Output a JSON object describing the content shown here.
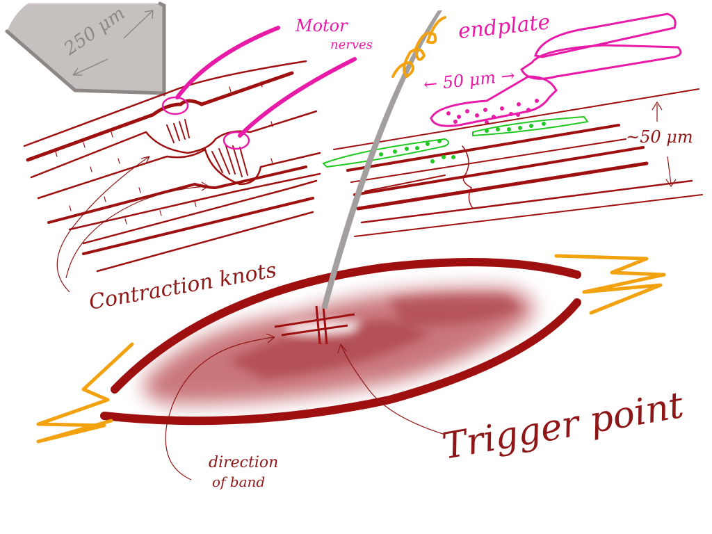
{
  "diagram": {
    "labels": {
      "scale_250": "250 μm",
      "motor_nerves_1": "Motor",
      "motor_nerves_2": "nerves",
      "endplate": "endplate",
      "scale_50_horizontal": "← 50 μm →",
      "scale_50_vertical": "~50 μm",
      "contraction_knots": "Contraction knots",
      "trigger_point": "Trigger point",
      "direction_of_band_1": "direction",
      "direction_of_band_2": "of band"
    },
    "colors": {
      "muscle": "#9e1010",
      "muscle_fill": "#b84a4f",
      "nerve": "#e81aa8",
      "endplate_green": "#1ec81e",
      "tendon": "#f2a10f",
      "needle": "#a39f9e",
      "scale_box": "#bcb6b3",
      "annotation": "#8e1616"
    }
  }
}
